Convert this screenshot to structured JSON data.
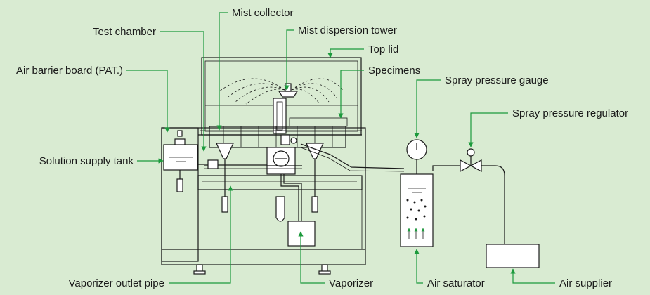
{
  "colors": {
    "background": "#d9ebd2",
    "leader": "#1c9a3c",
    "line": "#1a1a1a"
  },
  "labels": {
    "mist_collector": "Mist collector",
    "test_chamber": "Test chamber",
    "mist_dispersion_tower": "Mist dispersion tower",
    "top_lid": "Top lid",
    "air_barrier_board": "Air barrier board (PAT.)",
    "specimens": "Specimens",
    "spray_pressure_gauge": "Spray pressure gauge",
    "spray_pressure_regulator": "Spray pressure regulator",
    "solution_supply_tank": "Solution supply tank",
    "vaporizer_outlet_pipe": "Vaporizer outlet pipe",
    "vaporizer": "Vaporizer",
    "air_saturator": "Air saturator",
    "air_supplier": "Air supplier"
  }
}
